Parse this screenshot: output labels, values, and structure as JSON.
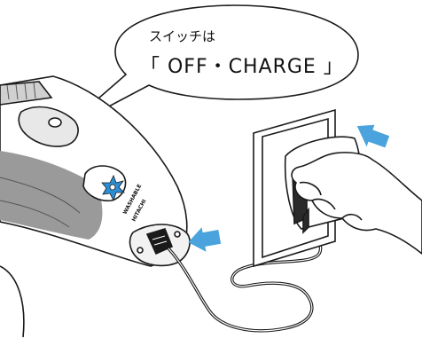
{
  "callout": {
    "line1": "スイッチは",
    "line2": "「 OFF・CHARGE 」"
  },
  "device": {
    "model_label": "WASHABLE",
    "brand": "HITACHI"
  },
  "colors": {
    "arrow": "#4aa3dc",
    "indicator": "#2b8fd6",
    "line": "#1a1a1a",
    "shade": "#9a9a9a"
  }
}
